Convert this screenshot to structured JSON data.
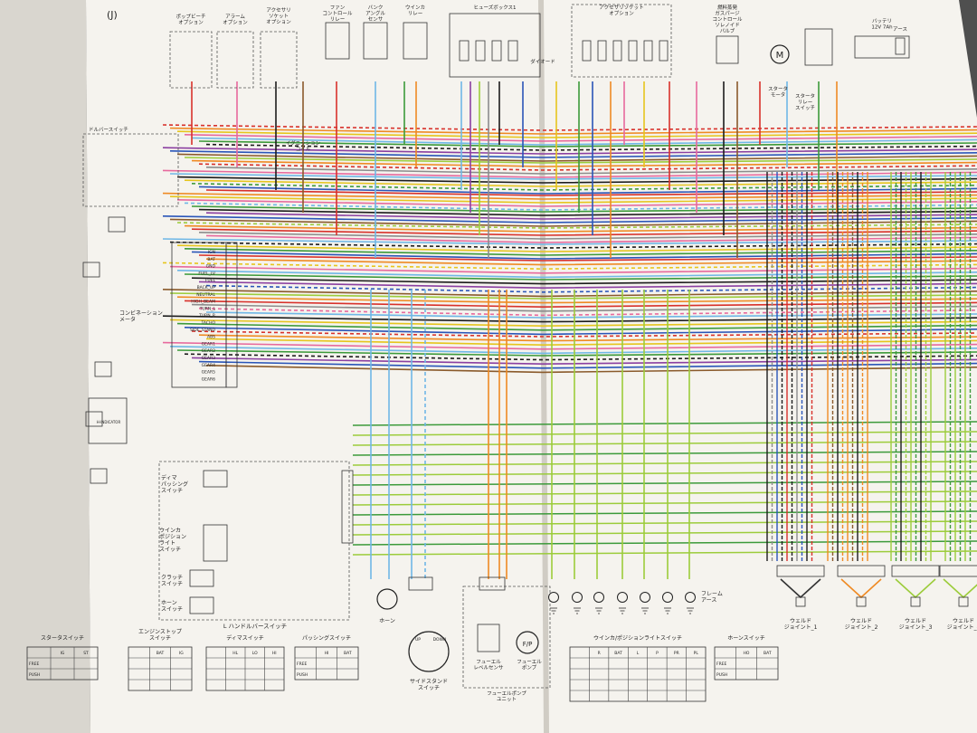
{
  "page": {
    "section_letter": "(J)"
  },
  "top_components": [
    {
      "id": "popup_beeper",
      "label": "ポップビーチ\nオプション"
    },
    {
      "id": "alarm",
      "label": "アラーム\nオプション"
    },
    {
      "id": "accessory_socket",
      "label": "アクセサリ\nソケット\nオプション"
    },
    {
      "id": "fan_relay",
      "label": "ファン\nコントロール\nリレー"
    },
    {
      "id": "bank_angle_sensor",
      "label": "バンク\nアングル\nセンサ"
    },
    {
      "id": "winker_relay",
      "label": "ウインカ\nリレー"
    },
    {
      "id": "fuse_box",
      "label": "ヒューズボックス1"
    },
    {
      "id": "accessory_socket2",
      "label": "アクセサリソケット\nオプション"
    },
    {
      "id": "purge_valve",
      "label": "燃料蒸発\nガスパージ\nコントロール\nソレノイド\nバルブ"
    },
    {
      "id": "battery",
      "label": "バッテリ\n12V 7Ah"
    },
    {
      "id": "earth_top",
      "label": "アース"
    }
  ],
  "labels": {
    "ignition_coil": "イグニッション\nコイル",
    "handlebar_switch_r": "ドルバースイッチ",
    "combination_meter": "コンビネーション\nメータ",
    "starter_motor": "スタータ\nモータ",
    "starter_relay": "スタータ\nリレー\nスイッチ",
    "diode": "ダイオード",
    "dimmer_passing": "ディマ\nパッシング\nスイッチ",
    "winker_position": "ウインカ\nポジション\nライト\nスイッチ",
    "clutch_switch": "クラッチ\nスイッチ",
    "horn_switch": "ホーン\nスイッチ",
    "l_handlebar": "L ハンドルバースイッチ",
    "horn": "ホーン",
    "side_stand": "サイドスタンド\nスイッチ",
    "fuel_pump_unit": "フューエルポンプ\nユニット",
    "fuel_level": "フューエル\nレベルセンサ",
    "fuel_pump": "フューエル\nポンプ",
    "frame_earth": "フレーム\nアース",
    "motor_symbol": "M",
    "fp_symbol": "F/P",
    "indicator": "H-INDICATOR",
    "up": "UP",
    "down": "DOWN"
  },
  "meter_pins": [
    "IGN",
    "BAT",
    "GND",
    "FUEL_LV",
    "FUEL",
    "BACK_UP",
    "NEUTRAL",
    "HIGH_BEAM",
    "TURN_L",
    "TURN_R",
    "TACHO",
    "SIDE_STAND",
    "ABS",
    "GEAR1",
    "GEAR2",
    "GEAR3",
    "GEAR4",
    "GEAR5",
    "GEAR6"
  ],
  "weld_joints": [
    "ウェルド\nジョイント_1",
    "ウェルド\nジョイント_2",
    "ウェルド\nジョイント_3",
    "ウェルド\nジョイント_4"
  ],
  "wire_colors": {
    "red": "#d8312b",
    "orange": "#ef8a23",
    "yellow": "#e6c51d",
    "lightgreen": "#9ccc3b",
    "green": "#3c9a3a",
    "lightblue": "#6fb7e6",
    "blue": "#2a55b8",
    "pink": "#e7699d",
    "purple": "#8b3fa1",
    "brown": "#8a5a2b",
    "black": "#1c1c1c",
    "gray": "#8c8c8c",
    "white": "#f4f4f4",
    "page": "#f5f3ee"
  },
  "switch_tables": [
    {
      "title": "スタータスイッチ",
      "cols": [
        "",
        "IG",
        "ST"
      ],
      "rows": [
        "FREE",
        "PUSH"
      ]
    },
    {
      "title": "エンジンストップ\nスイッチ",
      "cols": [
        "",
        "BAT",
        "IG"
      ],
      "rows": [
        "",
        "",
        ""
      ]
    },
    {
      "title": "ディマスイッチ",
      "cols": [
        "",
        "HL",
        "LO",
        "HI"
      ],
      "rows": [
        "",
        "",
        ""
      ]
    },
    {
      "title": "パッシングスイッチ",
      "cols": [
        "",
        "HI",
        "BAT"
      ],
      "rows": [
        "FREE",
        "PUSH"
      ]
    },
    {
      "title": "ウインカ/ポジションライトスイッチ",
      "cols": [
        "",
        "R",
        "BAT",
        "L",
        "P",
        "PR",
        "PL"
      ],
      "rows": [
        "",
        "",
        "",
        ""
      ]
    },
    {
      "title": "ホーンスイッチ",
      "cols": [
        "",
        "HO",
        "BAT"
      ],
      "rows": [
        "FREE",
        "PUSH"
      ]
    }
  ]
}
